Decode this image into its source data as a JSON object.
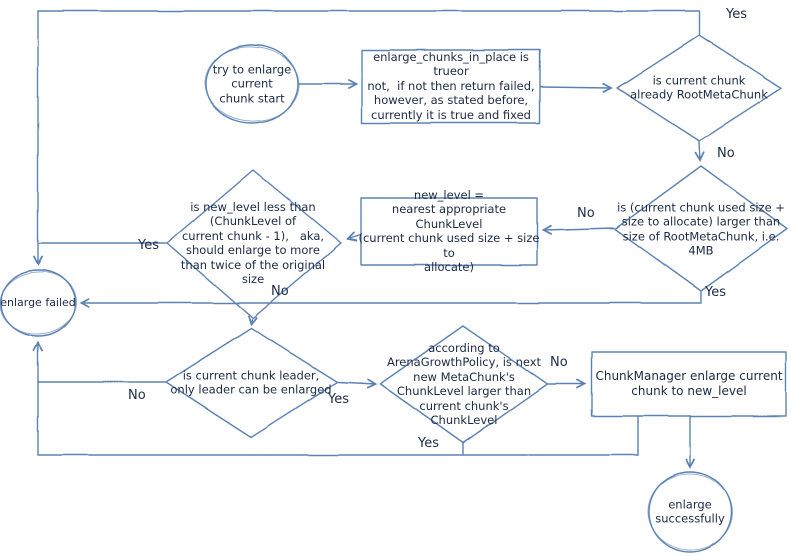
{
  "diagram": {
    "title": "enlarge current chunk flowchart",
    "colors": {
      "stroke": "#5b82b3",
      "text": "#1c2a45",
      "hatch": "#a9c4e2",
      "background": "#ffffff"
    },
    "nodes": {
      "start": {
        "label": "try to enlarge\ncurrent\nchunk start"
      },
      "enlarge_in_place": {
        "label": "enlarge_chunks_in_place is trueor\nnot,  if not then return failed,\nhowever, as stated before,\ncurrently it is true and fixed"
      },
      "is_root": {
        "label": "is current chunk\nalready RootMetaChunk"
      },
      "too_large": {
        "label": "is (current chunk used size +\nsize to allocate) larger than\nsize of RootMetaChunk, i.e.\n4MB"
      },
      "new_level": {
        "label": "new_level =\nnearest appropriate ChunkLevel\n(current chunk used size + size to\nallocate)"
      },
      "double_check": {
        "label": "is new_level less than\n(ChunkLevel of\ncurrent chunk - 1),   aka,\nshould enlarge to more\nthan twice of the original\nsize"
      },
      "fail": {
        "label": "enlarge failed"
      },
      "leader_check": {
        "label": "is current chunk leader,\nonly leader can be enlarged"
      },
      "growth_policy": {
        "label": "according to\nArenaGrowthPolicy, is next\nnew MetaChunk's\nChunkLevel larger than\ncurrent chunk's\nChunkLevel"
      },
      "do_enlarge": {
        "label": "ChunkManager enlarge current\nchunk to new_level"
      },
      "success": {
        "label": "enlarge\nsuccessfully"
      }
    },
    "edge_labels": {
      "root_yes": "Yes",
      "root_no": "No",
      "large_no": "No",
      "large_yes": "Yes",
      "double_yes": "Yes",
      "double_no": "No",
      "leader_no": "No",
      "leader_yes": "Yes",
      "policy_no": "No",
      "policy_yes": "Yes"
    }
  }
}
